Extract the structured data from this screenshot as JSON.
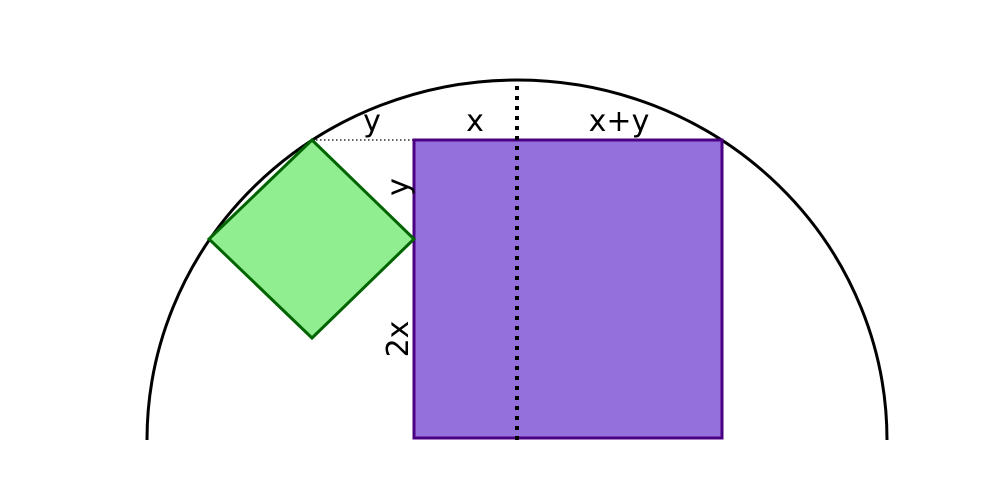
{
  "labels": {
    "top_left_y": "y",
    "top_x": "x",
    "top_right": "x+y",
    "side_y": "y",
    "side_2x": "2x"
  },
  "colors": {
    "square_fill": "#9370DB",
    "square_stroke": "#4B0082",
    "diamond_fill": "#90EE90",
    "diamond_stroke": "#006400",
    "outline": "#000000"
  }
}
